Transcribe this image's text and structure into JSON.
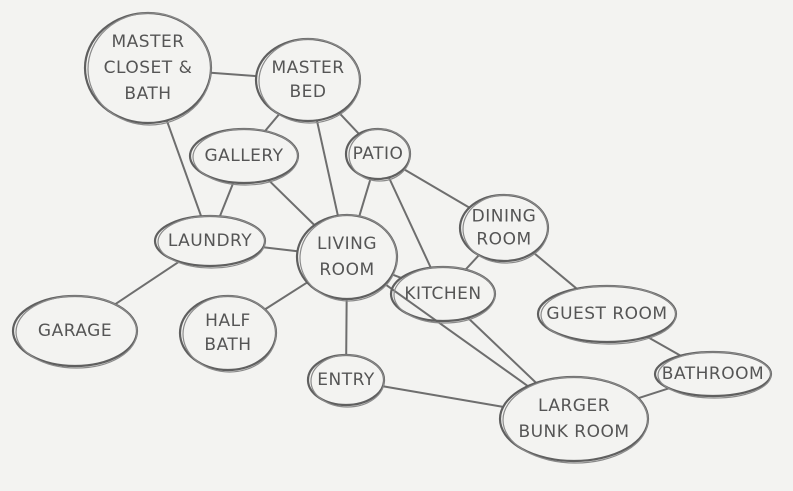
{
  "rooms": {
    "master_closet_bath": [
      "MASTER",
      "CLOSET &",
      "BATH"
    ],
    "master_bed": [
      "MASTER",
      "BED"
    ],
    "gallery": [
      "GALLERY"
    ],
    "patio": [
      "PATIO"
    ],
    "laundry": [
      "LAUNDRY"
    ],
    "living_room": [
      "LIVING",
      "ROOM"
    ],
    "dining_room": [
      "DINING",
      "ROOM"
    ],
    "kitchen": [
      "KITCHEN"
    ],
    "garage": [
      "GARAGE"
    ],
    "half_bath": [
      "HALF",
      "BATH"
    ],
    "guest_room": [
      "GUEST ROOM"
    ],
    "entry": [
      "ENTRY"
    ],
    "bathroom": [
      "BATHROOM"
    ],
    "larger_bunk_room": [
      "LARGER",
      "BUNK ROOM"
    ]
  },
  "connections": [
    [
      "master_closet_bath",
      "master_bed"
    ],
    [
      "master_closet_bath",
      "laundry"
    ],
    [
      "master_bed",
      "gallery"
    ],
    [
      "master_bed",
      "living_room"
    ],
    [
      "master_bed",
      "patio"
    ],
    [
      "gallery",
      "laundry"
    ],
    [
      "gallery",
      "living_room"
    ],
    [
      "patio",
      "living_room"
    ],
    [
      "patio",
      "kitchen"
    ],
    [
      "patio",
      "dining_room"
    ],
    [
      "laundry",
      "living_room"
    ],
    [
      "laundry",
      "garage"
    ],
    [
      "living_room",
      "kitchen"
    ],
    [
      "living_room",
      "half_bath"
    ],
    [
      "living_room",
      "entry"
    ],
    [
      "living_room",
      "larger_bunk_room"
    ],
    [
      "dining_room",
      "kitchen"
    ],
    [
      "dining_room",
      "guest_room"
    ],
    [
      "kitchen",
      "larger_bunk_room"
    ],
    [
      "guest_room",
      "bathroom"
    ],
    [
      "bathroom",
      "larger_bunk_room"
    ],
    [
      "entry",
      "larger_bunk_room"
    ]
  ]
}
